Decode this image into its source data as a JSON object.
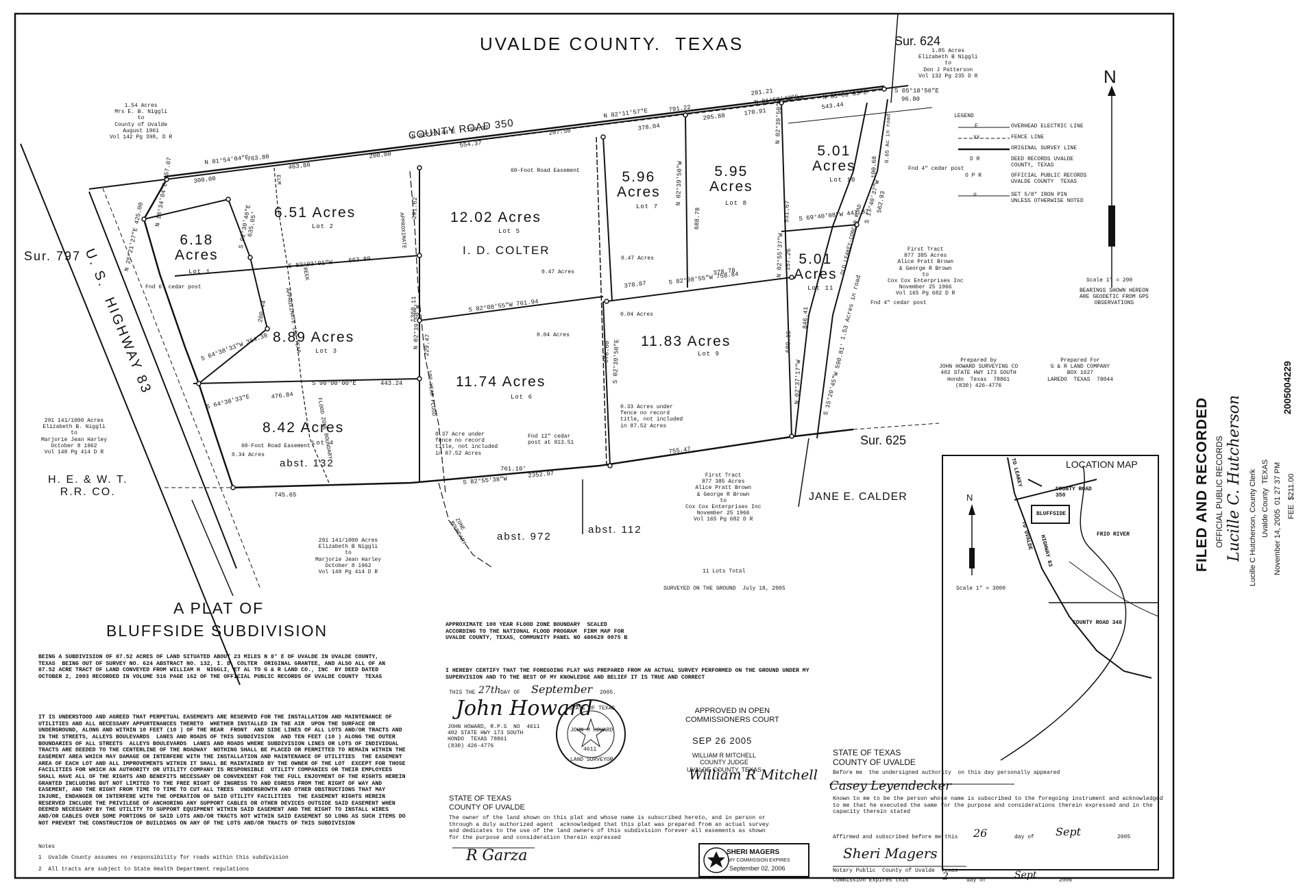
{
  "header": {
    "title": "UVALDE COUNTY.  TEXAS",
    "survey_624": "Sur. 624",
    "survey_797": "Sur. 797",
    "survey_625": "Sur. 625",
    "road_top": "COUNTY ROAD 350",
    "highway": "U. S.  HIGHWAY 83",
    "north_letter": "N"
  },
  "lots": [
    {
      "acres": "6.18\nAcres",
      "lot": "Lot 1"
    },
    {
      "acres": "6.51 Acres",
      "lot": "Lot 2"
    },
    {
      "acres": "8.89 Acres",
      "lot": "Lot 3"
    },
    {
      "acres": "8.42 Acres",
      "lot": "Lot 4"
    },
    {
      "acres": "12.02 Acres",
      "lot": "Lot 5"
    },
    {
      "acres": "11.74 Acres",
      "lot": "Lot 6"
    },
    {
      "acres": "5.96\nAcres",
      "lot": "Lot 7"
    },
    {
      "acres": "5.95\nAcres",
      "lot": "Lot 8"
    },
    {
      "acres": "11.83 Acres",
      "lot": "Lot 9"
    },
    {
      "acres": "5.01\nAcres",
      "lot": "Lot 10"
    },
    {
      "acres": "5.01\nAcres",
      "lot": "Lot 11"
    }
  ],
  "owner_colter": "I. D. COLTER",
  "bearings": [
    "N 81°54'04\"E",
    "763.80",
    "300.00",
    "463.80",
    "200.00",
    "N 82°23'44\"E",
    "754.37",
    "554.37",
    "207.50",
    "N 82°11'57\"E",
    "791.22",
    "378.04",
    "205.88",
    "170.91",
    "281.21",
    "N 81°58'42\"E",
    "110.30",
    "N 83°01'53\"E",
    "543.44",
    "S 05°10'56\"E",
    "96.80",
    "S 82°03'01\"W",
    "663.80",
    "S 82°08'55\"W 761.94",
    "378.07",
    "S 82°08'55\"W 758.84",
    "378.78",
    "S 90°00'00\"E",
    "443.24",
    "S 64°38'33\"W 354.38",
    "S 64°38'33\"E",
    "476.84",
    "S 82°55'38\"W",
    "2352.97",
    "761.10'",
    "755.47",
    "745.65",
    "S 69°40'08\"W 447.82'",
    "N 18°34'04\"E 457.07",
    "N 25°21'27\"E 425.00",
    "S 02°30'40\"E",
    "635.05'",
    "200.44",
    "1360.11",
    "N 02°39'50\"W",
    "291.62",
    "229.47",
    "N 02°39'50\"W",
    "688.78",
    "N 02°39'50\"W",
    "531.67",
    "N 02°55'37\"W",
    "157.26",
    "S 02°39'50\"E",
    "678.60",
    "N 02°37'17\"W",
    "689.15",
    "846.41",
    "562.93",
    "100.68",
    "S 15°20'45\"W 590.81'",
    "S 17°40'37\"W",
    "1.53 Acres in road"
  ],
  "tract_labels": {
    "niggli_top": "1.54 Acres\nMrs E. B. Niggli\nto\nCounty of Uvalde\nAugust 1961\nVol 142 Pg 398, D R",
    "niggli_topright": "1.85 Acres\nElizabeth B Niggli\nto\nDon J Patterson\nVol 132 Pg 235 D R",
    "niggli_left": "291 141/1000 Acres\nElizabeth B. Niggli\nto\nMarjorie Jean Harley\nOctober 8 1962\nVol 148 Pg 414 D R",
    "niggli_bottom": "291 141/1000 Acres\nElizabeth B Niggli\nto\nMarjorie Jean Harley\nOctober 8 1962\nVol 148 Pg 414 D R",
    "first_tract_right": "First Tract\n877 385 Acres\nAlice Pratt Brown\n& George R Brown\nto\nCox Cox Enterprises Inc\nNovember 25 1966\nVol 165 Pg 682 D R",
    "first_tract_bottom": "First Tract\n877 385 Acres\nAlice Pratt Brown\n& George R Brown\nto\nCox Cox Enterprises Inc\nNovember 25 1966\nVol 165 Pg 682 D R",
    "hew": "H. E. & W. T.\nR.R. CO.",
    "calder": "JANE E. CALDER",
    "abst132": "abst. 132",
    "abst972": "abst. 972",
    "abst112": "abst. 112",
    "road_esmt_top": "60-Foot Road Easement",
    "road_esmt_left": "60-Foot Road Easement",
    "acres_034": "0.34 Acres",
    "acres_047a": "0.47 Acres",
    "acres_047b": "0.47 Acres",
    "acres_004a": "0.04 Acres",
    "acres_004b": "0.04 Acres",
    "fence_037": "0.37 Acre under\nfence no record\ntitle, not included\nin 87.52 Acres",
    "fence_033": "0.33 Acres under\nfence no record\ntitle, not included\nin 87.52 Acres",
    "old_leakey": "OLD LEAKEY-CONCAN ROAD",
    "ac_065": "0.65 Ac in road",
    "fnd_cedar_6": "Fnd 6\" cedar post",
    "fnd_cedar_4a": "Fnd 4\" cedar post",
    "fnd_cedar_4b": "Fnd 4\" cedar post",
    "fnd_cedar_12": "Fnd 12\" cedar\npost at 913.51",
    "approx_flood": "APPROXIMATE",
    "approx_100": "APPROXIMATE 100 YEAR",
    "creek": "CREEK",
    "elm": "ELM",
    "flood_zone": "FLOOD ZONE BOUNDARY",
    "flood_100": "100 YEAR FLOOD",
    "zone_boundary": "ZONE\nBOUNDARY",
    "lots_total": "11 Lots Total",
    "surveyed": "SURVEYED ON THE GROUND  July 18, 2005"
  },
  "legend": {
    "title": "LEGEND",
    "items": [
      {
        "sym": "E",
        "text": "OVERHEAD ELECTRIC LINE"
      },
      {
        "sym": "xx",
        "text": "FENCE LINE"
      },
      {
        "sym": "",
        "text": "ORIGINAL SURVEY LINE"
      },
      {
        "sym": "D R",
        "text": "DEED RECORDS UVALDE\nCOUNTY, TEXAS"
      },
      {
        "sym": "O P R",
        "text": "OFFICIAL PUBLIC RECORDS\nUVALDE COUNTY  TEXAS"
      },
      {
        "sym": "o",
        "text": "SET 5/8\" IRON PIN\nUNLESS OTHERWISE NOTED"
      }
    ]
  },
  "scale": {
    "text": "Scale 1\" = 200",
    "bearings_note": "BEARINGS SHOWN HEREON\nARE GEODETIC FROM GPS\nOBSERVATIONS"
  },
  "prepared_by": "Prepared by\nJOHN HOWARD SURVEYING CO\n402 STATE HWY 173 SOUTH\nHondo  Texas  78861\n(830) 426-4776",
  "prepared_for": "Prepared For\nG & R LAND COMPANY\nBOX 1627\nLAREDO  TEXAS  78044",
  "location_map": {
    "title": "LOCATION MAP",
    "north": "N",
    "scale": "Scale 1\" = 3000",
    "county_road": "COUNTY ROAD\n350",
    "bluffside": "BLUFFSIDE",
    "frio": "FRIO RIVER",
    "highway": "HIGHWAY 83",
    "road348": "COUNTY ROAD 348",
    "to_uvalde": "TO UVALDE",
    "to_leakey": "TO LEAKEY"
  },
  "recording": {
    "filed": "FILED AND RECORDED",
    "opr": "OFFICIAL PUBLIC RECORDS",
    "clerk": "Lucille C Hutcherson, County Clerk",
    "county": "Uvalde County  TEXAS",
    "date": "November 14, 2005  01 27 37 PM",
    "fee": "FEE  $211.00",
    "doc_no": "2005004229",
    "clerk_sig": "Lucille C. Hutcherson"
  },
  "plat_title": {
    "line1": "A PLAT OF",
    "line2": "BLUFFSIDE SUBDIVISION"
  },
  "description": "BEING A SUBDIVISION OF 87.52 ACRES OF LAND SITUATED ABOUT 23 MILES N 8° E OF UVALDE IN UVALDE COUNTY, TEXAS  BEING OUT OF SURVEY NO. 624 ABSTRACT NO. 132, I. D. COLTER  ORIGINAL GRANTEE, AND ALSO ALL OF AN 87.52 ACRE TRACT OF LAND CONVEYED FROM WILLIAM H  NIGGLI, ET AL TO G & R LAND CO., INC  BY DEED DATED OCTOBER 2, 2003 RECORDED IN VOLUME 516 PAGE 162 OF THE OFFICIAL PUBLIC RECORDS OF UVALDE COUNTY  TEXAS",
  "easement_text": "IT IS UNDERSTOOD AND AGREED THAT PERPETUAL EASEMENTS ARE RESERVED FOR THE INSTALLATION AND MAINTENANCE OF UTILITIES AND ALL NECESSARY APPURTENANCES THERETO  WHETHER INSTALLED IN THE AIR  UPON THE SURFACE OR UNDERGROUND, ALONG AND WITHIN 10 FEET (10 ) OF THE REAR  FRONT  AND SIDE LINES OF ALL LOTS AND/OR TRACTS AND IN THE STREETS, ALLEYS BOULEVARDS  LANES AND ROADS OF THIS SUBDIVISION  AND TEN FEET (10 ) ALONG THE OUTER BOUNDARIES OF ALL STREETS  ALLEYS BOULEVARDS  LANES AND ROADS WHERE SUBDIVISION LINES OR LOTS OF INDIVIDUAL TRACTS ARE DEEDED TO THE CENTERLINE OF THE ROADWAY  NOTHING SHALL BE PLACED OR PERMITTED TO REMAIN WITHIN THE EASEMENT AREA WHICH MAY DAMAGE OR INTERFERE WITH THE INSTALLATION AND MAINTENANCE OF UTILITIES  THE EASEMENT AREA OF EACH LOT AND ALL IMPROVEMENTS WITHIN IT SHALL BE MAINTAINED BY THE OWNER OF THE LOT  EXCEPT FOR THOSE FACILITIES FOR WHICH AN AUTHORITY OR UTILITY COMPANY IS RESPONSIBLE  UTILITY COMPANIES OR THEIR EMPLOYEES SHALL HAVE ALL OF THE RIGHTS AND BENEFITS NECESSARY OR CONVENIENT FOR THE FULL ENJOYMENT OF THE RIGHTS HEREIN GRANTED INCLUDING BUT NOT LIMITED TO THE FREE RIGHT OF INGRESS TO AND EGRESS FROM THE RIGHT OF WAY AND EASEMENT, AND THE RIGHT FROM TIME TO TIME TO CUT ALL TREES  UNDERGROWTH AND OTHER OBSTRUCTIONS THAT MAY INJURE, ENDANGER OR INTERFERE WITH THE OPERATION OF SAID UTILITY FACILITIES  THE EASEMENT RIGHTS HEREIN RESERVED INCLUDE THE PRIVILEGE OF ANCHORING ANY SUPPORT CABLES OR OTHER DEVICES OUTSIDE SAID EASEMENT WHEN DEEMED NECESSARY BY THE UTILITY TO SUPPORT EQUIPMENT WITHIN SAID EASEMENT AND THE RIGHT TO INSTALL WIRES AND/OR CABLES OVER SOME PORTIONS OF SAID LOTS AND/OR TRACTS NOT WITHIN SAID EASEMENT SO LONG AS SUCH ITEMS DO NOT PREVENT THE CONSTRUCTION OF BUILDINGS ON ANY OF THE LOTS AND/OR TRACTS OF THIS SUBDIVISION",
  "notes": {
    "title": "Notes",
    "items": [
      "1  Uvalde County assumes no responsibility for roads within this subdivision",
      "2  All tracts are subject to State Health Department regulations"
    ]
  },
  "flood_note": "APPROXIMATE 100 YEAR FLOOD ZONE BOUNDARY  SCALED ACCORDING TO THE NATIONAL FLOOD PROGRAM  FIRM MAP FOR  UVALDE COUNTY, TEXAS, COMMUNITY PANEL NO 480629 0075 B",
  "certify": "I HEREBY CERTIFY THAT THE FOREGOING PLAT WAS PREPARED FROM AN ACTUAL SURVEY PERFORMED ON THE GROUND UNDER MY SUPERVISION AND TO THE BEST OF MY KNOWLEDGE AND BELIEF IT IS TRUE AND CORRECT",
  "this_day": {
    "prefix": "THIS THE",
    "day": "27th",
    "mid": "DAY OF",
    "month": "September",
    "year": "2005."
  },
  "surveyor": {
    "sig": "John Howard",
    "block": "JOHN HOWARD, R.P.S  NO  4611\n402 STATE HWY 173 SOUTH\nHONDO  TEXAS 78861\n(830) 426-4776",
    "seal_top": "STATE OF TEXAS",
    "seal_name": "JOHN M HOWARD",
    "seal_no": "4611",
    "seal_bottom": "LAND SURVEYOR"
  },
  "court": {
    "approved": "APPROVED IN OPEN\nCOMMISSIONERS COURT",
    "date": "SEP 26 2005",
    "judge": "WILLIAM R MITCHELL\nCOUNTY JUDGE\nUVALDE COUNTY, TEXAS",
    "sig": "William R Mitchell"
  },
  "owner_ack": {
    "state": "STATE OF TEXAS\nCOUNTY OF UVALDE",
    "text": "The owner of the land shown on this plat and whose name is subscribed hereto, and in person or through a duly authorized agent  acknowledged that this plat was prepared from an actual survey and dedicates to the use of the land owners of this subdivision forever all easements as shown for the purpose and consideration therein expressed",
    "sig": "R Garza"
  },
  "notary_stamp": {
    "name": "SHERI MAGERS",
    "line2": "MY COMMISSION EXPIRES",
    "line3": "September 02, 2006"
  },
  "notary": {
    "state": "STATE OF TEXAS\nCOUNTY OF UVALDE",
    "before": "Before me  the undersigned authority  on this day personally appeared",
    "person": "Casey Leyendecker",
    "known": "Known to me to be the person whose name is subscribed to the foregoing instrument and acknowledged to me that he executed the same for the purpose and considerations therein expressed and in the capacity therein stated",
    "affirmed_prefix": "Affirmed and subscribed before me this",
    "affirmed_day": "26",
    "affirmed_mid": "day of",
    "affirmed_month": "Sept",
    "affirmed_year": "2005",
    "sig": "Sheri Magers",
    "title": "Notary Public  County of Uvalde  Texas",
    "expires_prefix": "Commission Expires this",
    "expires_day": "2",
    "expires_mid": "day of",
    "expires_month": "Sept",
    "expires_year": "2006"
  }
}
